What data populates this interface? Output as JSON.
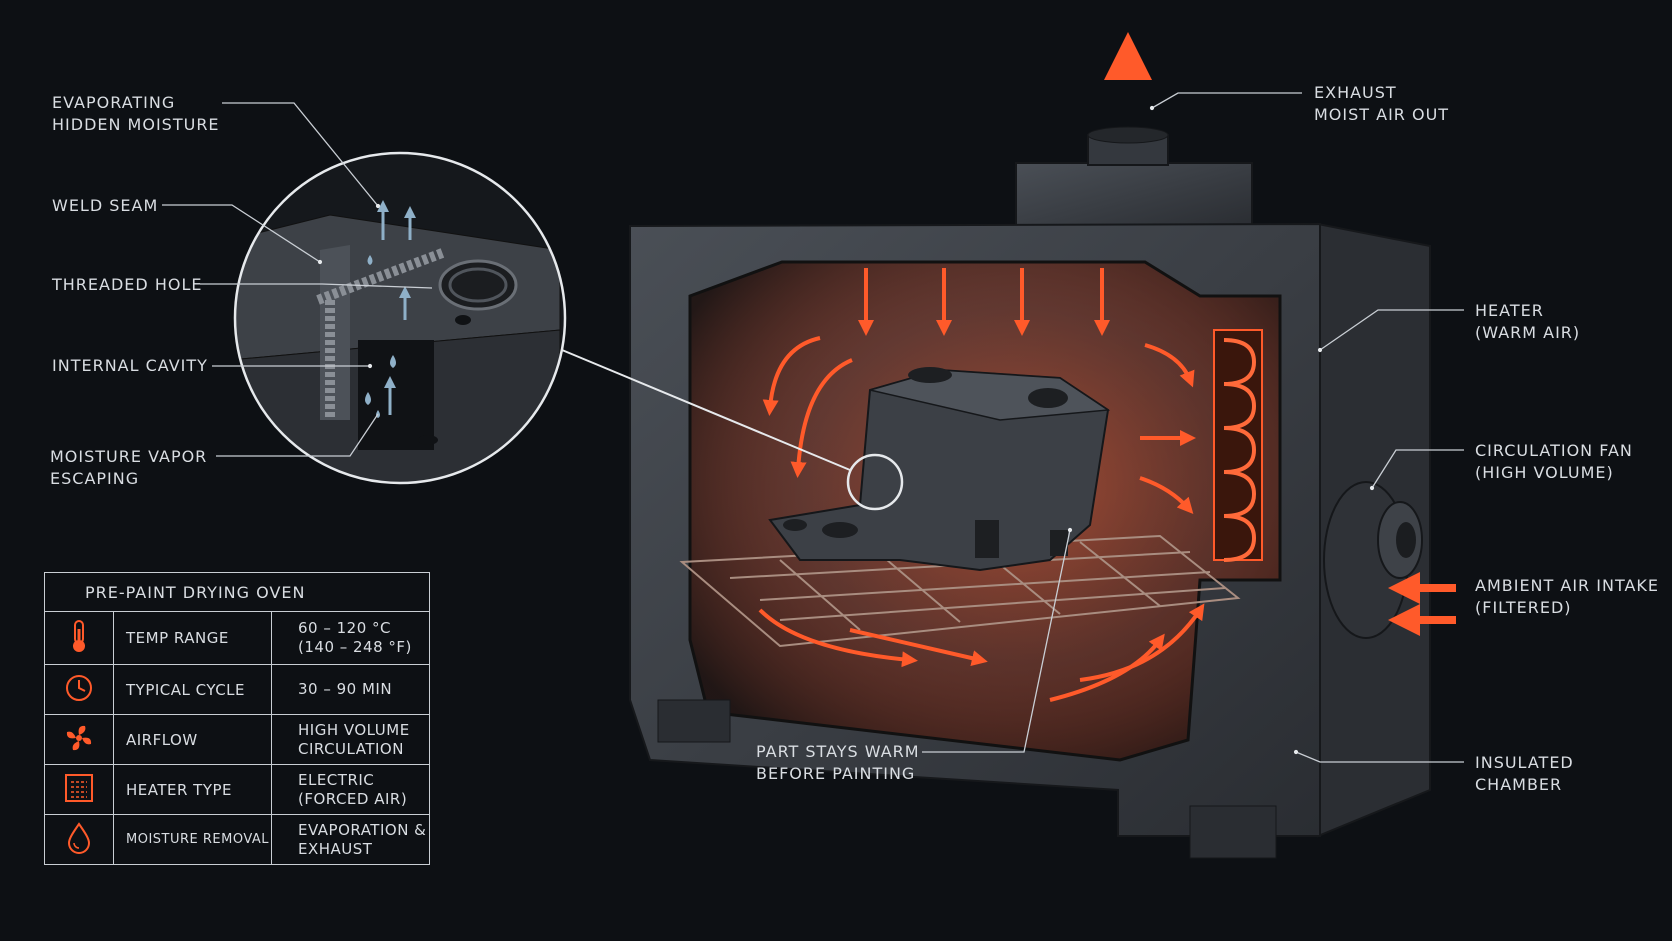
{
  "colors": {
    "background": "#0d1014",
    "accent": "#ff5a2a",
    "text": "#d9dde2",
    "steel": "#3a3e44",
    "moisture": "#8fb0c8"
  },
  "callouts": {
    "evaporating": [
      "EVAPORATING",
      "HIDDEN MOISTURE"
    ],
    "weld_seam": [
      "WELD SEAM"
    ],
    "threaded_hole": [
      "THREADED HOLE"
    ],
    "internal_cavity": [
      "INTERNAL CAVITY"
    ],
    "moisture_vapor": [
      "MOISTURE VAPOR",
      "ESCAPING"
    ],
    "exhaust": [
      "EXHAUST",
      "MOIST AIR OUT"
    ],
    "heater": [
      "HEATER",
      "(WARM AIR)"
    ],
    "fan": [
      "CIRCULATION FAN",
      "(HIGH VOLUME)"
    ],
    "intake": [
      "AMBIENT AIR INTAKE",
      "(FILTERED)"
    ],
    "chamber": [
      "INSULATED",
      "CHAMBER"
    ],
    "part_warm": [
      "PART STAYS WARM",
      "BEFORE PAINTING"
    ]
  },
  "table": {
    "title": "PRE-PAINT DRYING OVEN",
    "rows": [
      {
        "icon": "thermometer-icon",
        "name": "TEMP RANGE",
        "value": [
          "60 – 120 °C",
          "(140 – 248 °F)"
        ]
      },
      {
        "icon": "clock-icon",
        "name": "TYPICAL CYCLE",
        "value": [
          "30 – 90 MIN"
        ]
      },
      {
        "icon": "fan-icon",
        "name": "AIRFLOW",
        "value": [
          "HIGH VOLUME",
          "CIRCULATION"
        ]
      },
      {
        "icon": "heater-icon",
        "name": "HEATER TYPE",
        "value": [
          "ELECTRIC",
          "(FORCED AIR)"
        ]
      },
      {
        "icon": "droplet-icon",
        "name": "MOISTURE REMOVAL",
        "value": [
          "EVAPORATION &",
          "EXHAUST"
        ]
      }
    ]
  }
}
